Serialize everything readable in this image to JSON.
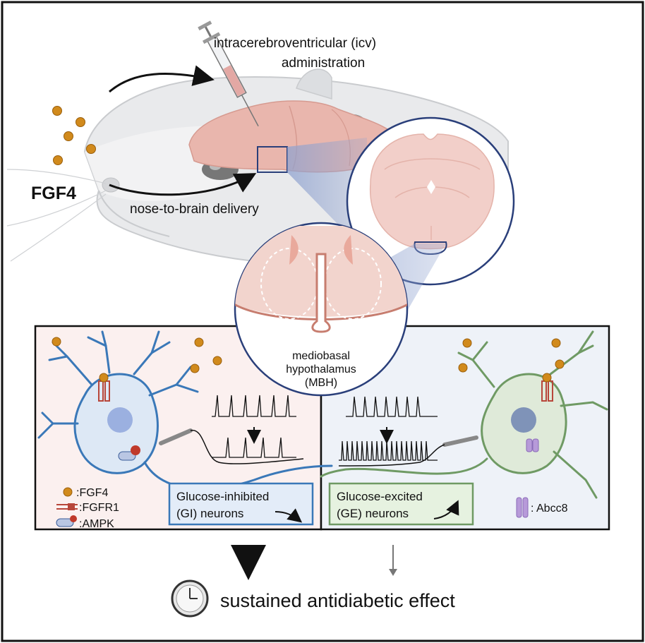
{
  "labels": {
    "icv_line1": "intracerebroventricular (icv)",
    "icv_line2": "administration",
    "fgf4_main": "FGF4",
    "nose_to_brain": "nose-to-brain delivery",
    "mbh_line1": "mediobasal",
    "mbh_line2": "hypothalamus",
    "mbh_line3": "(MBH)",
    "outcome": "sustained antidiabetic effect"
  },
  "legend": {
    "fgf4": ":FGF4",
    "fgfr1": ":FGFR1",
    "ampk": ":AMPK",
    "abcc8": ": Abcc8"
  },
  "neurons": {
    "gi_line1": "Glucose-inhibited",
    "gi_line2": "(GI) neurons",
    "ge_line1": "Glucose-excited",
    "ge_line2": "(GE) neurons"
  },
  "icons": {
    "syringe": "syringe-icon",
    "clock": "clock-icon",
    "fgf4_particle": "fgf4-particle-icon",
    "receptor": "fgfr1-receptor-icon",
    "ampk": "ampk-icon",
    "abcc8": "abcc8-channel-icon",
    "electrode": "electrode-icon"
  },
  "colors": {
    "fgf4": "#d18a1c",
    "brain": "#e9b6ad",
    "gi_panel_bg": "#fbf0ef",
    "ge_panel_bg": "#eef2f8",
    "gi_neuron": "#3a78b8",
    "ge_neuron": "#6f9a64",
    "gi_box_bg": "#e3ecf8",
    "ge_box_bg": "#e6f2e0",
    "receptor": "#b8463a",
    "abcc8": "#b79ad9",
    "magnify": "#8fa2cf"
  }
}
